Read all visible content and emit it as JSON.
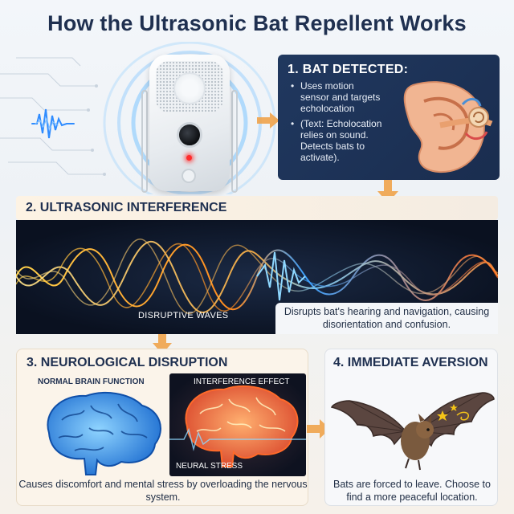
{
  "title": "How the Ultrasonic Bat Repellent Works",
  "step1": {
    "heading": "1. BAT DETECTED:",
    "bullets": [
      "Uses motion sensor and targets echolocation",
      "(Text: Echolocation relies on sound. Detects bats to activate)."
    ]
  },
  "step2": {
    "heading": "2. ULTRASONIC INTERFERENCE",
    "wave_label": "DISRUPTIVE WAVES",
    "caption": "Disrupts bat's hearing and navigation, causing disorientation and confusion."
  },
  "step3": {
    "heading": "3. NEUROLOGICAL DISRUPTION",
    "normal_label": "NORMAL BRAIN FUNCTION",
    "interference_label": "INTERFERENCE EFFECT",
    "stress_label": "NEURAL STRESS",
    "caption": "Causes discomfort and mental stress by overloading the nervous system."
  },
  "step4": {
    "heading": "4. IMMEDIATE AVERSION",
    "caption": "Bats are forced to leave. Choose to find a more peaceful location."
  },
  "colors": {
    "navy": "#20385f",
    "wave_orange": "#ff9a2a",
    "wave_blue": "#3aa0ff",
    "led_red": "#ff2b2b"
  },
  "icons": [
    "sound-wave-icon",
    "device-icon",
    "ear-icon",
    "arrow-icon",
    "brain-icon",
    "bat-icon",
    "stars-icon"
  ]
}
